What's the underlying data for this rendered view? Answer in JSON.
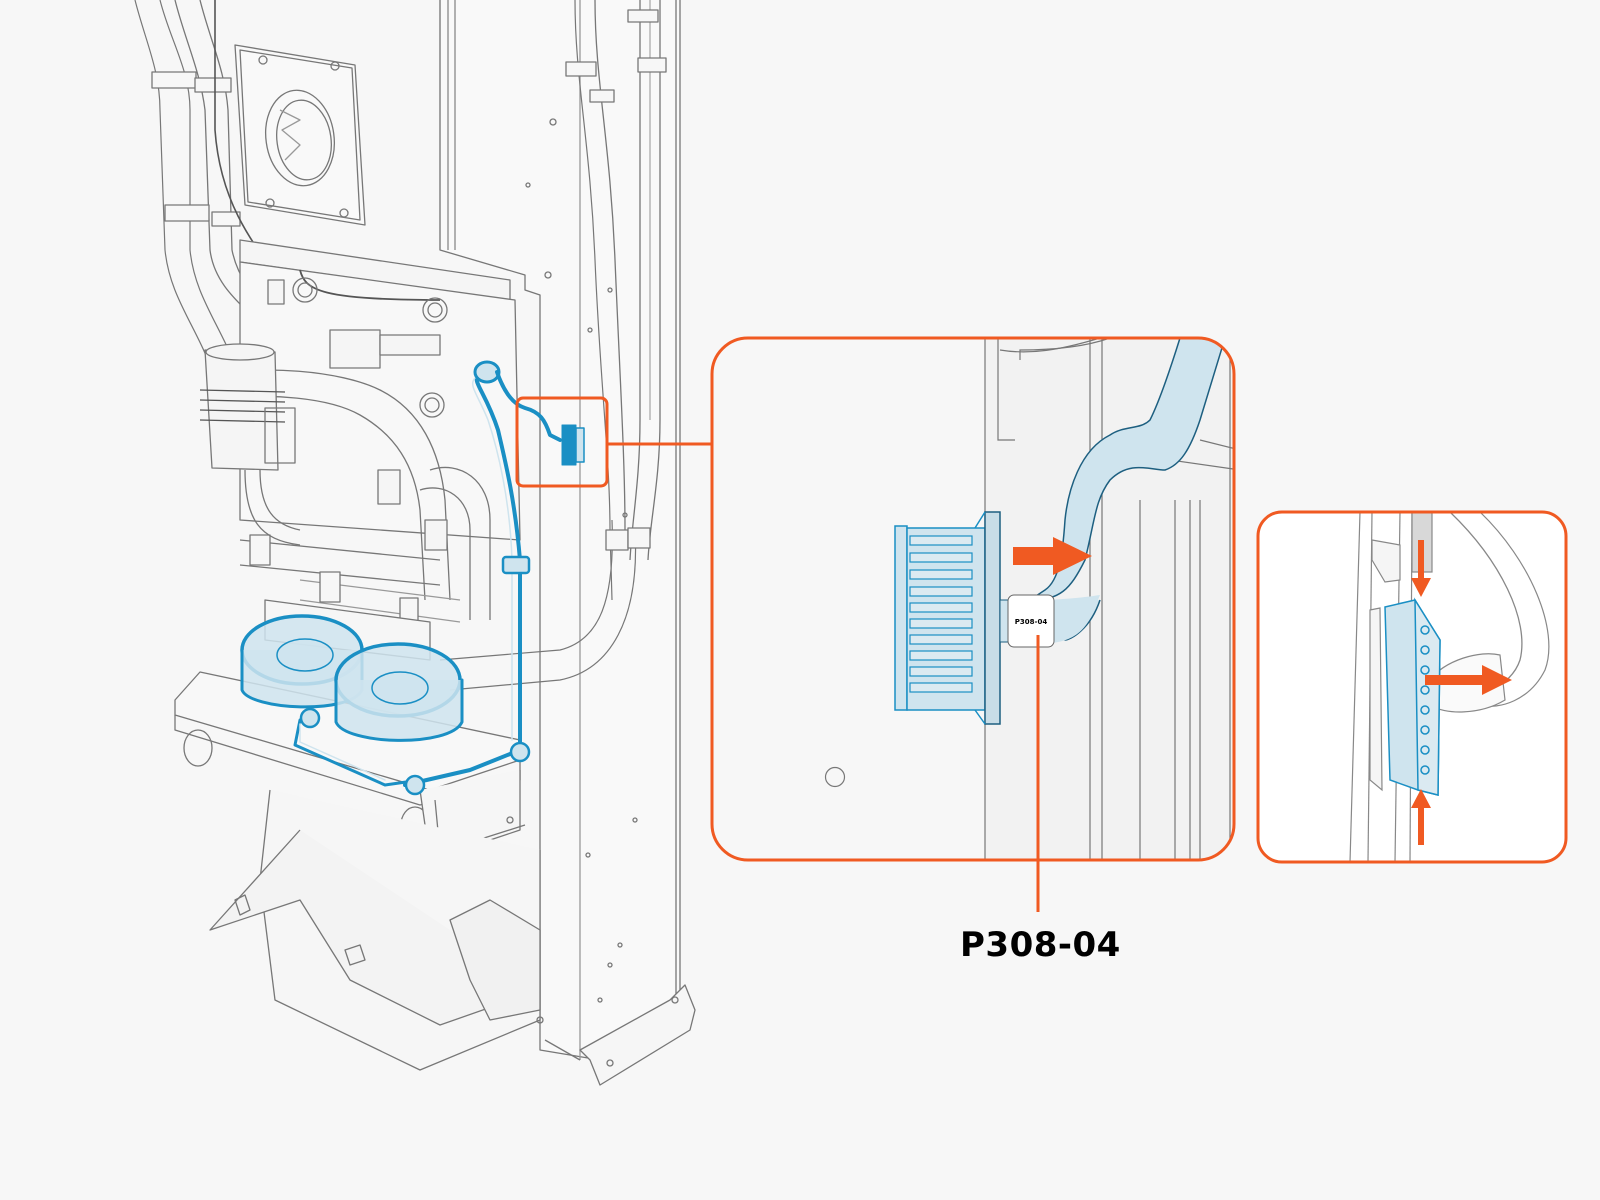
{
  "diagram": {
    "type": "service-illustration",
    "subject": "Cooling fan assembly harness connector removal",
    "main_view": {
      "highlighted_component": "fan assembly with wire harness",
      "callout_box": "connector location"
    },
    "detail_view_1": {
      "description": "Connector disconnect detail",
      "connector_tag": "P308-04",
      "action_arrow": "pull-right"
    },
    "detail_view_2": {
      "description": "Press latch tabs and pull connector",
      "arrows": [
        "press-down",
        "press-up",
        "pull-right"
      ]
    },
    "part_label": "P308-04"
  },
  "colors": {
    "background": "#f7f7f7",
    "line_art": "#6b6b6b",
    "highlight_blue": "#1a8fc4",
    "highlight_fill": "#cfe4ee",
    "callout_orange": "#f05a22",
    "label_text": "#000000"
  }
}
